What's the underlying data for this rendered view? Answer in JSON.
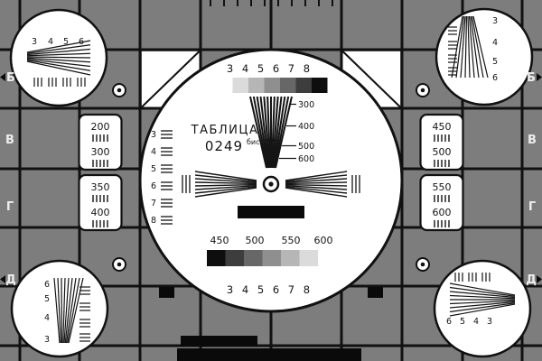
{
  "colors": {
    "background": "#7d7d7d",
    "grid_line": "#111111",
    "panel": "#ffffff",
    "ink": "#141414",
    "edge_letter": "#ededed"
  },
  "edge_markers": {
    "left": [
      "Б",
      "В",
      "Г",
      "Д"
    ],
    "right": [
      "Б",
      "В",
      "Г",
      "Д"
    ]
  },
  "circle": {
    "title": "ТАБЛИЦА",
    "code": "0249",
    "code_suffix": "бис",
    "top_scale": "3 4 5 6 7 8",
    "bottom_scale": "3 4 5 6 7 8",
    "freq_labels": [
      "300",
      "400",
      "500",
      "600"
    ],
    "mid_labels": [
      "450",
      "500",
      "550",
      "600"
    ],
    "side_scale": [
      "3",
      "4",
      "5",
      "6",
      "7",
      "8"
    ]
  },
  "side_panels": {
    "left_top": [
      "200",
      "300"
    ],
    "left_bottom": [
      "350",
      "400"
    ],
    "right_top": [
      "450",
      "500"
    ],
    "right_bottom": [
      "550",
      "600"
    ]
  },
  "corner_wedges": {
    "top_left": [
      "3",
      "4",
      "5",
      "6"
    ],
    "top_right": [
      "3",
      "4",
      "5",
      "6"
    ],
    "bottom_left": [
      "6",
      "5",
      "4",
      "3"
    ],
    "bottom_right": [
      "6",
      "5",
      "4",
      "3"
    ]
  },
  "grayscale": {
    "top": [
      "#ffffff",
      "#dbdbdb",
      "#b6b6b6",
      "#8f8f8f",
      "#676767",
      "#3d3d3d",
      "#0e0e0e"
    ],
    "bottom": [
      "#0e0e0e",
      "#3d3d3d",
      "#676767",
      "#8f8f8f",
      "#b6b6b6",
      "#dbdbdb",
      "#ffffff"
    ]
  }
}
